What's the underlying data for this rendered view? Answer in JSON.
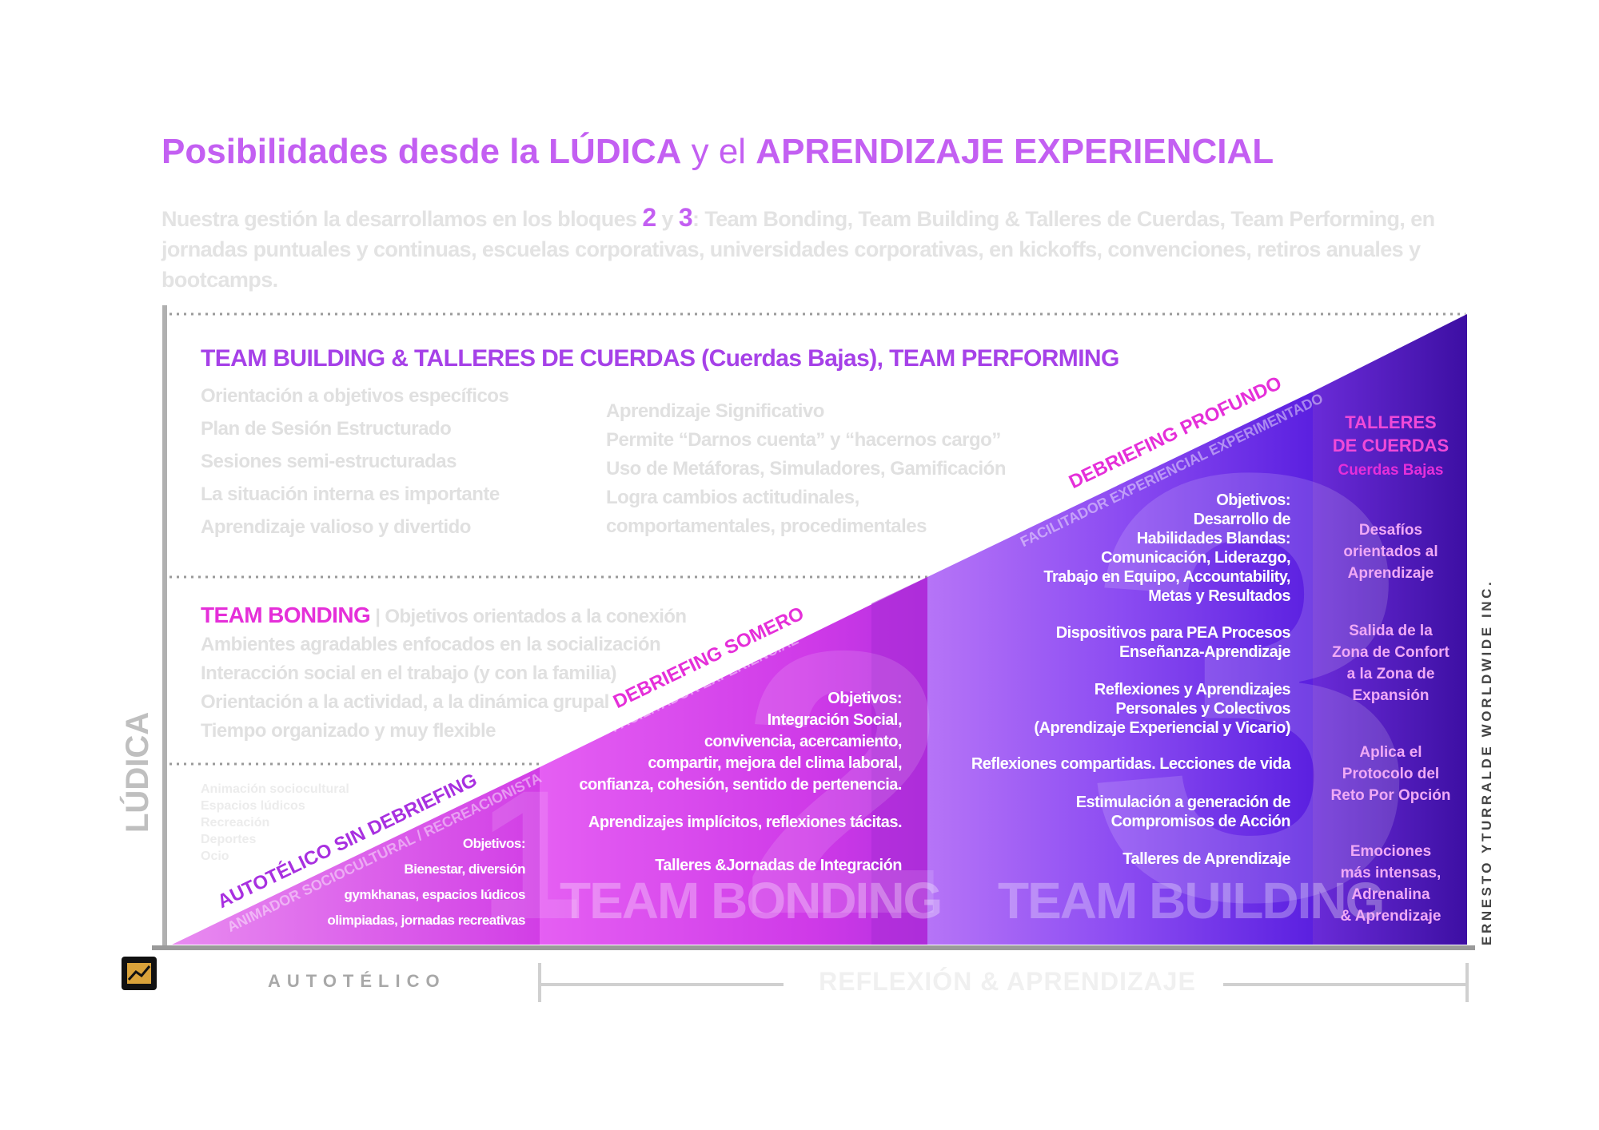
{
  "header": {
    "title_part1": "Posibilidades desde la LÚDICA",
    "title_part2": " y el ",
    "title_part3": "APRENDIZAJE EXPERIENCIAL",
    "subtitle_part1": "Nuestra gestión la desarrollamos en los bloques ",
    "subtitle_num1": "2",
    "subtitle_and": " y ",
    "subtitle_num2": "3",
    "subtitle_part2": ": Team Bonding, Team Building & Talleres de Cuerdas, Team Performing, en jornadas puntuales y continuas, escuelas corporativas, universidades corporativas, en kickoffs, convenciones, retiros anuales y bootcamps."
  },
  "top_section": {
    "heading": "TEAM BUILDING & TALLERES DE CUERDAS (Cuerdas Bajas), TEAM PERFORMING",
    "left_items": [
      "Orientación a objetivos específicos",
      "Plan de Sesión Estructurado",
      "Sesiones semi-estructuradas",
      "La situación interna es importante",
      "Aprendizaje valioso y divertido"
    ],
    "right_items": [
      "Aprendizaje Significativo",
      "Permite “Darnos cuenta” y “hacernos cargo”",
      "Uso de Metáforas, Simuladores, Gamificación",
      "Logra cambios actitudinales,",
      "comportamentales, procedimentales"
    ]
  },
  "middle_section": {
    "heading": "TEAM BONDING",
    "heading_suffix": " | Objetivos orientados a la conexión",
    "items": [
      "Ambientes agradables enfocados en la socialización",
      "Interacción social en el trabajo (y con la familia)",
      "Orientación a la actividad, a la dinámica grupal",
      "Tiempo organizado y muy flexible"
    ]
  },
  "bottom_section": {
    "items": [
      "Animación sociocultural",
      "Espacios lúdicos",
      "Recreación",
      "Deportes",
      "Ocio"
    ]
  },
  "block1": {
    "number": "1",
    "objectives": [
      "Objetivos:",
      "Bienestar, diversión",
      "gymkhanas, espacios lúdicos",
      "olimpiadas, jornadas recreativas"
    ],
    "diag_main": "AUTOTÉLICO SIN DEBRIEFING",
    "diag_sub": "ANIMADOR SOCIOCULTURAL / RECREACIONISTA"
  },
  "block2": {
    "number": "2",
    "big_label": "TEAM BONDING",
    "objectives": [
      "Objetivos:",
      "Integración Social,",
      "convivencia, acercamiento,",
      "compartir, mejora del clima laboral,",
      "confianza, cohesión, sentido de pertenencia."
    ],
    "implicit": "Aprendizajes implícitos, reflexiones tácitas.",
    "talleres": "Talleres &Jornadas de Integración",
    "diag_main": "DEBRIEFING SOMERO",
    "diag_sub": "FACILITADOR EXPERIENCIAL"
  },
  "block3": {
    "number": "3",
    "big_label": "TEAM BUILDING",
    "objectives": [
      "Objetivos:",
      "Desarrollo de",
      "Habilidades Blandas:",
      "Comunicación, Liderazgo,",
      "Trabajo en Equipo, Accountability,",
      "Metas y Resultados"
    ],
    "dispositivos": [
      "Dispositivos para PEA Procesos",
      "Enseñanza-Aprendizaje"
    ],
    "reflexiones": [
      "Reflexiones y Aprendizajes",
      "Personales y Colectivos",
      "(Aprendizaje Experiencial y Vicario)"
    ],
    "compartidas": "Reflexiones compartidas. Lecciones de vida",
    "estimulacion": [
      "Estimulación a generación de",
      "Compromisos de Acción"
    ],
    "talleres": "Talleres de Aprendizaje",
    "diag_main": "DEBRIEFING PROFUNDO",
    "diag_sub": "FACILITADOR EXPERIENCIAL EXPERIMENTADO"
  },
  "block4": {
    "title": [
      "TALLERES",
      "DE CUERDAS"
    ],
    "subtitle": "Cuerdas Bajas",
    "items": [
      [
        "Desafíos",
        "orientados al",
        "Aprendizaje"
      ],
      [
        "Salida de la",
        "Zona de Confort",
        "a la Zona de",
        "Expansión"
      ],
      [
        "Aplica el",
        "Protocolo del",
        "Reto Por Opción"
      ],
      [
        "Emociones",
        "más intensas,",
        "Adrenalina",
        "& Aprendizaje"
      ]
    ]
  },
  "axes": {
    "y_label": "LÚDICA",
    "x_left": "AUTOTÉLICO",
    "x_right": "REFLEXIÓN & APRENDIZAJE",
    "credit": "ERNESTO YTURRALDE WORLDWIDE INC."
  },
  "colors": {
    "accent": "#c35ff2",
    "magenta": "#e52fd9",
    "violet": "#8a3ef0",
    "deep_violet": "#4a14b8"
  }
}
